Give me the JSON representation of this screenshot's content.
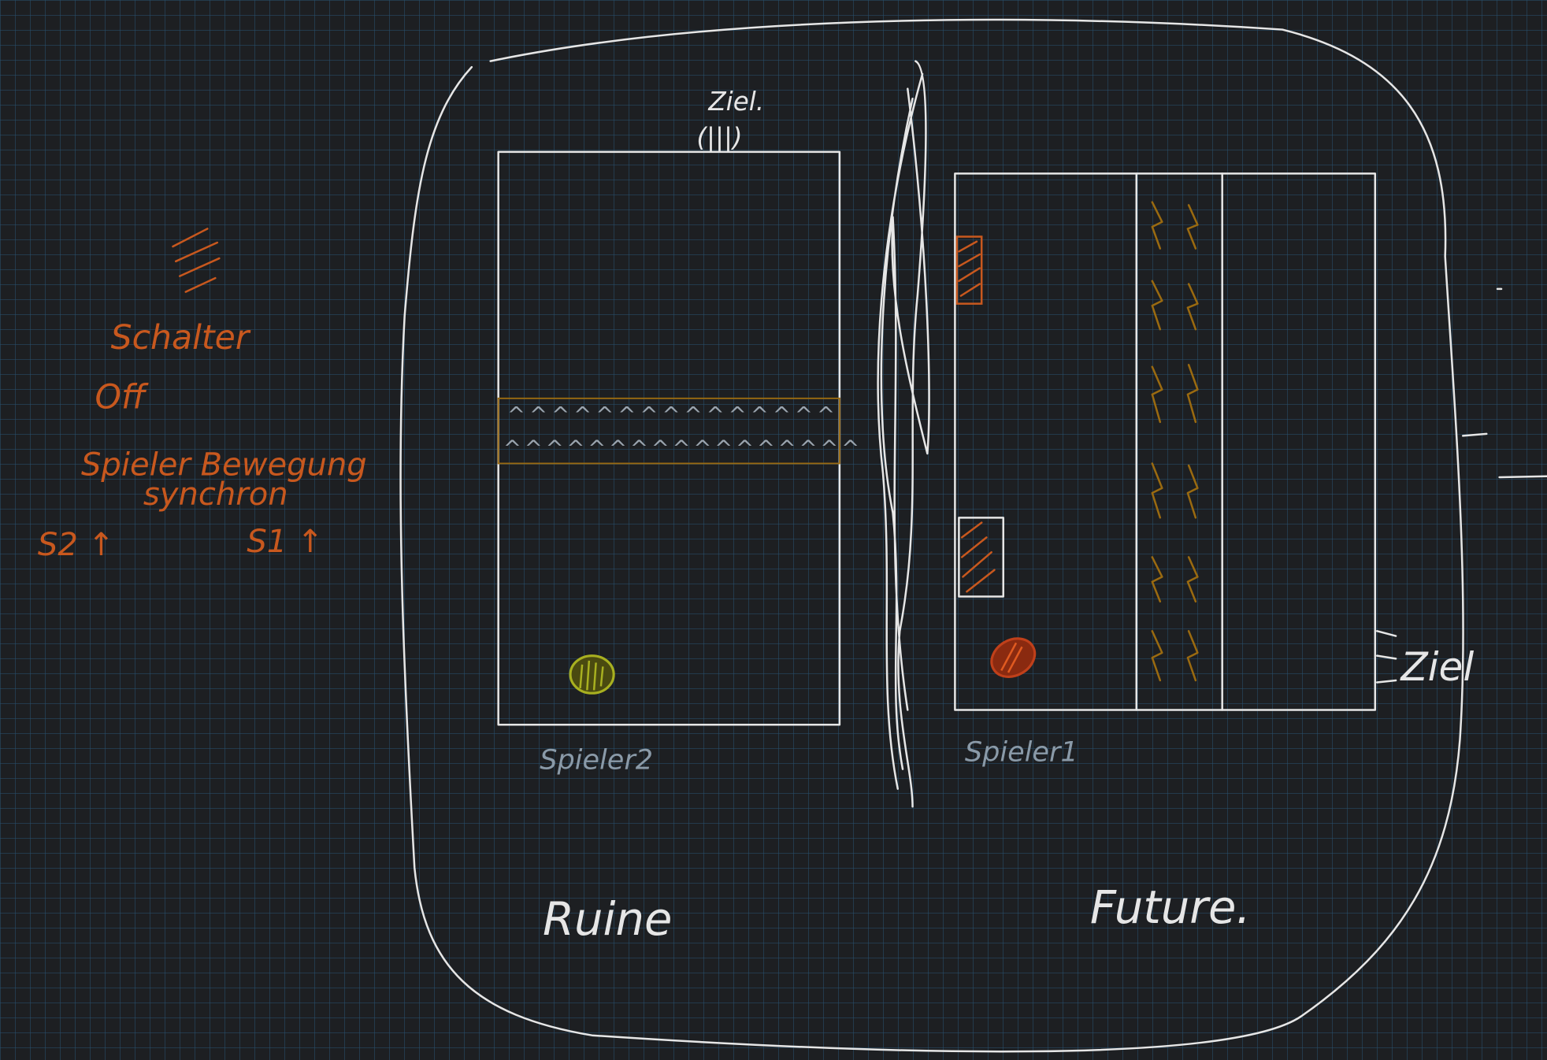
{
  "notes": {
    "switch_label": "Schalter",
    "switch_state": "Off",
    "movement_line1": "Spieler Bewegung",
    "movement_line2": "synchron",
    "s2_label": "S2 ↑",
    "s1_label": "S1 ↑"
  },
  "left_field": {
    "goal_label": "Ziel.",
    "arrows_row1": "^^^^^^^^^^^^^^^",
    "arrows_row2": "^^^^^^^^^^^^^^^^^",
    "player_label": "Spieler2",
    "world_label": "Ruine"
  },
  "right_field": {
    "player_label": "Spieler1",
    "goal_label": "Ziel",
    "world_label": "Future."
  },
  "colors": {
    "background": "#1d1f22",
    "grid": "#28506e",
    "ink_white": "#e6e6e6",
    "ink_orange": "#c8581e",
    "ink_grey": "#8a9aa8",
    "ink_olive": "#9a6a10",
    "player2": "#a8b020",
    "player1": "#c0401a"
  }
}
